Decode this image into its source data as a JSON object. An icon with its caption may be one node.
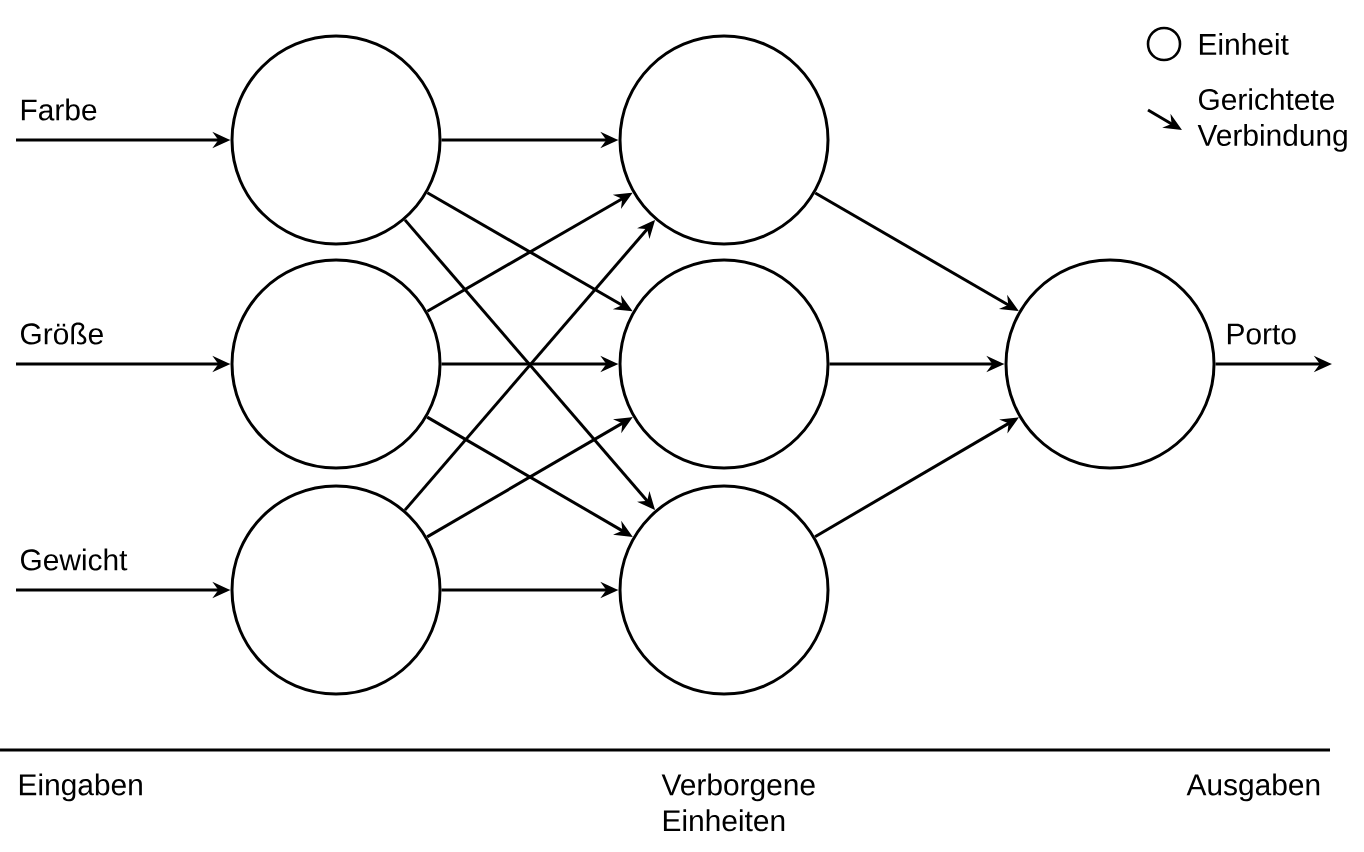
{
  "diagram": {
    "nodes": [
      {
        "text": [],
        "shape": "circle"
      },
      {
        "text": [],
        "shape": "circle"
      },
      {
        "text": [],
        "shape": "circle"
      },
      {
        "text": [],
        "shape": "circle"
      },
      {
        "text": [],
        "shape": "circle"
      },
      {
        "text": [],
        "shape": "circle"
      },
      {
        "text": [],
        "shape": "circle"
      }
    ],
    "edges": [
      {
        "from": null,
        "to": 0,
        "arrow": "to",
        "label": "Farbe"
      },
      {
        "from": null,
        "to": 1,
        "arrow": "to",
        "label": "Größe"
      },
      {
        "from": null,
        "to": 2,
        "arrow": "to",
        "label": "Gewicht"
      },
      {
        "from": 0,
        "to": 3,
        "arrow": "to"
      },
      {
        "from": 0,
        "to": 4,
        "arrow": "to"
      },
      {
        "from": 0,
        "to": 5,
        "arrow": "to"
      },
      {
        "from": 1,
        "to": 3,
        "arrow": "to"
      },
      {
        "from": 1,
        "to": 4,
        "arrow": "to"
      },
      {
        "from": 1,
        "to": 5,
        "arrow": "to"
      },
      {
        "from": 2,
        "to": 3,
        "arrow": "to"
      },
      {
        "from": 2,
        "to": 4,
        "arrow": "to"
      },
      {
        "from": 2,
        "to": 5,
        "arrow": "to"
      },
      {
        "from": 3,
        "to": 6,
        "arrow": "to"
      },
      {
        "from": 4,
        "to": 6,
        "arrow": "to"
      },
      {
        "from": 5,
        "to": 6,
        "arrow": "to"
      },
      {
        "from": 6,
        "to": null,
        "arrow": "to",
        "label": "Porto"
      }
    ],
    "labels": [
      "Eingaben",
      "Verborgene Einheiten",
      "Ausgaben"
    ],
    "legend": [
      {
        "text": "Einheit"
      },
      {
        "text": "Gerichtete Verbindung"
      }
    ]
  }
}
